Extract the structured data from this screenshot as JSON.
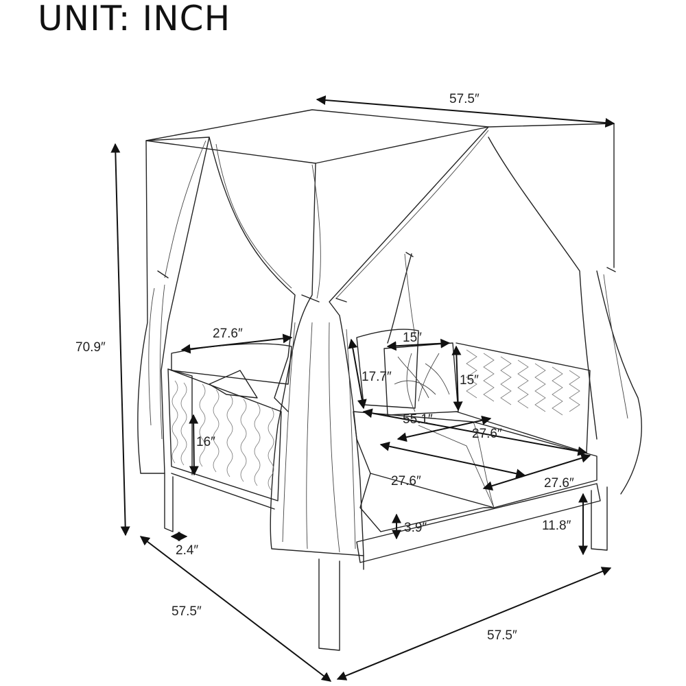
{
  "title": "UNIT: INCH",
  "dimensions": {
    "canopy_width": "57.5″",
    "total_height": "70.9″",
    "left_cushion_width": "27.6″",
    "pillow_width": "15″",
    "backrest_height": "17.7″",
    "pillow_height": "15″",
    "inner_width": "55.1″",
    "seat_depth_back": "27.6″",
    "arm_height": "16″",
    "seat_depth_front": "27.6″",
    "seat_width_right": "27.6″",
    "cushion_thickness": "3.9″",
    "seat_height": "11.8″",
    "leg_width": "2.4″",
    "base_depth": "57.5″",
    "base_width": "57.5″"
  }
}
